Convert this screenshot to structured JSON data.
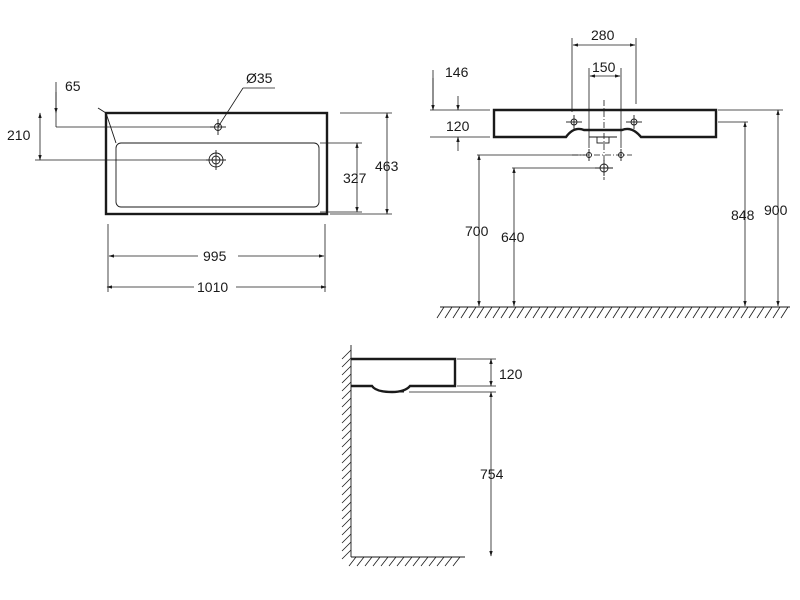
{
  "drawing": {
    "dimensions": {
      "top_view": {
        "hole_offset": "65",
        "hole_diameter": "Ø35",
        "hole_depth": "210",
        "inner_depth": "327",
        "total_depth": "463",
        "inner_width": "995",
        "total_width": "1010"
      },
      "front_view": {
        "top_offset": "146",
        "thickness": "120",
        "bracket_spacing_outer": "280",
        "bracket_spacing_inner": "150",
        "height_700": "700",
        "height_640": "640",
        "height_848": "848",
        "height_900": "900"
      },
      "side_view": {
        "thickness": "120",
        "height_to_floor": "754"
      }
    }
  }
}
